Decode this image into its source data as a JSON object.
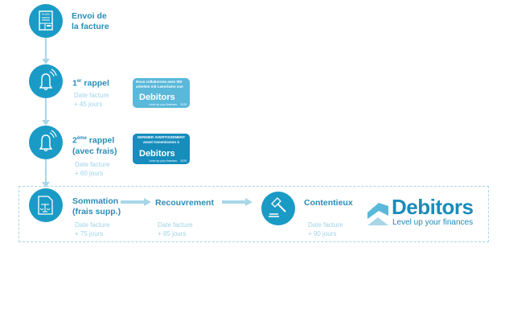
{
  "steps": [
    {
      "title1": "Envoi de",
      "title2": "la facture",
      "icon": "invoice-icon",
      "icon_label": "TAXES"
    },
    {
      "title_main": "1",
      "title_sup": "er",
      "title_rest": " rappel",
      "sub1": "Date facture",
      "sub2": "+ 45 jours",
      "icon": "bell-icon"
    },
    {
      "title_main": "2",
      "title_sup": "ème",
      "title_rest": " rappel",
      "title2": "(avec frais)",
      "sub1": "Date facture",
      "sub2": "+ 60 jours",
      "icon": "bell-icon"
    },
    {
      "title1": "Sommation",
      "title2": "(frais supp.)",
      "sub1": "Date facture",
      "sub2": "+ 75 jours",
      "icon": "scales-document-icon"
    },
    {
      "title1": "Recouvrement",
      "sub1": "Date facture",
      "sub2": "+ 85 jours"
    },
    {
      "title1": "Contentieux",
      "sub1": "Date facture",
      "sub2": "+ 90 jours",
      "icon": "gavel-icon"
    }
  ],
  "banners": [
    {
      "text": "Nous collaborons avec Wir arbeiten mit Lavoriamo con",
      "brand": "Debitors",
      "tagline": "Level up your finances",
      "year": "2025",
      "color": "#5ab8da"
    },
    {
      "text": "DERNIER AVERTISSEMENT avant transmission à",
      "brand": "Debitors",
      "tagline": "Level up your finances",
      "year": "2025",
      "color": "#168dbd"
    }
  ],
  "logo": {
    "brand": "Debitors",
    "tagline": "Level up your finances"
  },
  "colors": {
    "accent": "#1a9bc6",
    "heading": "#2a8db8",
    "muted": "#9fd3e8"
  }
}
